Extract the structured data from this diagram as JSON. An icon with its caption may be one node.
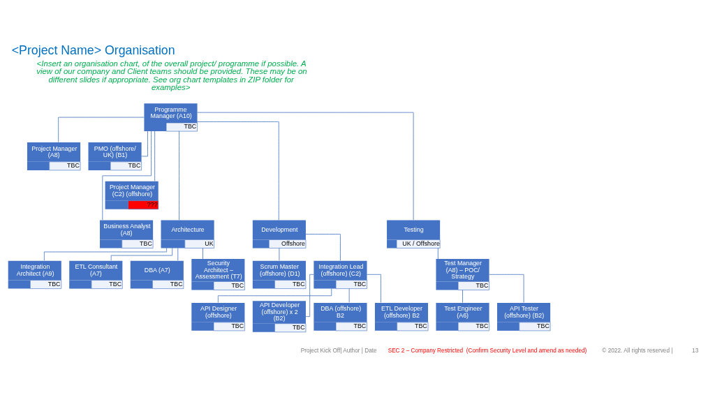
{
  "diagram": {
    "title": "<Project Name> Organisation",
    "nodes": [
      {
        "text": [
          "Programme Manager (A10)",
          "TBC"
        ]
      },
      {
        "text": [
          "Project Manager (A8)",
          "TBC"
        ]
      },
      {
        "text": [
          "PMO (offshore/ UK) (B1)",
          "TBC"
        ]
      },
      {
        "text": [
          "Project Manager (C2) (offshore)",
          "???"
        ]
      },
      {
        "text": [
          "Business Analyst (A8)",
          "TBC"
        ]
      },
      {
        "text": [
          "Architecture",
          "UK"
        ]
      },
      {
        "text": [
          "Development",
          "Offshore"
        ]
      },
      {
        "text": [
          "Testing",
          "UK / Offshore"
        ]
      },
      {
        "text": [
          "Integration Architect (A9)",
          "TBC"
        ]
      },
      {
        "text": [
          "ETL Consultant (A7)",
          "TBC"
        ]
      },
      {
        "text": [
          "DBA (A7)",
          "TBC"
        ]
      },
      {
        "text": [
          "Security Architect – Assessment (T7)",
          "TBC"
        ]
      },
      {
        "text": [
          "Scrum Master (offshore) (D1)",
          "TBC"
        ]
      },
      {
        "text": [
          "Integration Lead (offshore) (C2)",
          "TBC"
        ]
      },
      {
        "text": [
          "Test Manager (A8) – POC/ Strategy",
          "TBC"
        ]
      },
      {
        "text": [
          "API Designer (offshore)",
          "TBC"
        ]
      },
      {
        "text": [
          "API Developer (offshore) x 2 (B2)",
          "TBC"
        ]
      },
      {
        "text": [
          "DBA (offshore) B2",
          "TBC"
        ]
      },
      {
        "text": [
          "ETL Developer (offshore) B2",
          "TBC"
        ]
      },
      {
        "text": [
          "Test Engineer (A6)",
          "TBC"
        ]
      },
      {
        "text": [
          "API Tester (offshore) (B2)",
          "TBC"
        ]
      }
    ],
    "edges": [
      {
        "from": 0,
        "to": 1,
        "arrow": "none"
      },
      {
        "from": 0,
        "to": 2,
        "arrow": "none"
      },
      {
        "from": 0,
        "to": 3,
        "arrow": "none"
      },
      {
        "from": 0,
        "to": 4,
        "arrow": "none"
      },
      {
        "from": 0,
        "to": 5,
        "arrow": "none"
      },
      {
        "from": 0,
        "to": 6,
        "arrow": "none"
      },
      {
        "from": 0,
        "to": 7,
        "arrow": "none"
      },
      {
        "from": 5,
        "to": 8,
        "arrow": "none"
      },
      {
        "from": 5,
        "to": 9,
        "arrow": "none"
      },
      {
        "from": 5,
        "to": 10,
        "arrow": "none"
      },
      {
        "from": 5,
        "to": 11,
        "arrow": "none"
      },
      {
        "from": 6,
        "to": 12,
        "arrow": "none"
      },
      {
        "from": 6,
        "to": 13,
        "arrow": "none"
      },
      {
        "from": 7,
        "to": 14,
        "arrow": "none"
      },
      {
        "from": 13,
        "to": 15,
        "arrow": "none"
      },
      {
        "from": 13,
        "to": 16,
        "arrow": "none"
      },
      {
        "from": 13,
        "to": 17,
        "arrow": "none"
      },
      {
        "from": 13,
        "to": 18,
        "arrow": "none"
      },
      {
        "from": 14,
        "to": 19,
        "arrow": "none"
      },
      {
        "from": 14,
        "to": 20,
        "arrow": "none"
      }
    ],
    "labels": [
      "<Insert an organisation chart, of the overall project/ programme if possible. A view of our company and Client teams should be provided. These may be on different slides if appropriate. See org chart templates in ZIP folder for examples>",
      "Project Kick Off| Author | Date",
      "SEC 2 – Company Restricted  (Confirm Security Level and amend as needed)",
      "© 2022. All rights reserved |",
      "13"
    ]
  }
}
